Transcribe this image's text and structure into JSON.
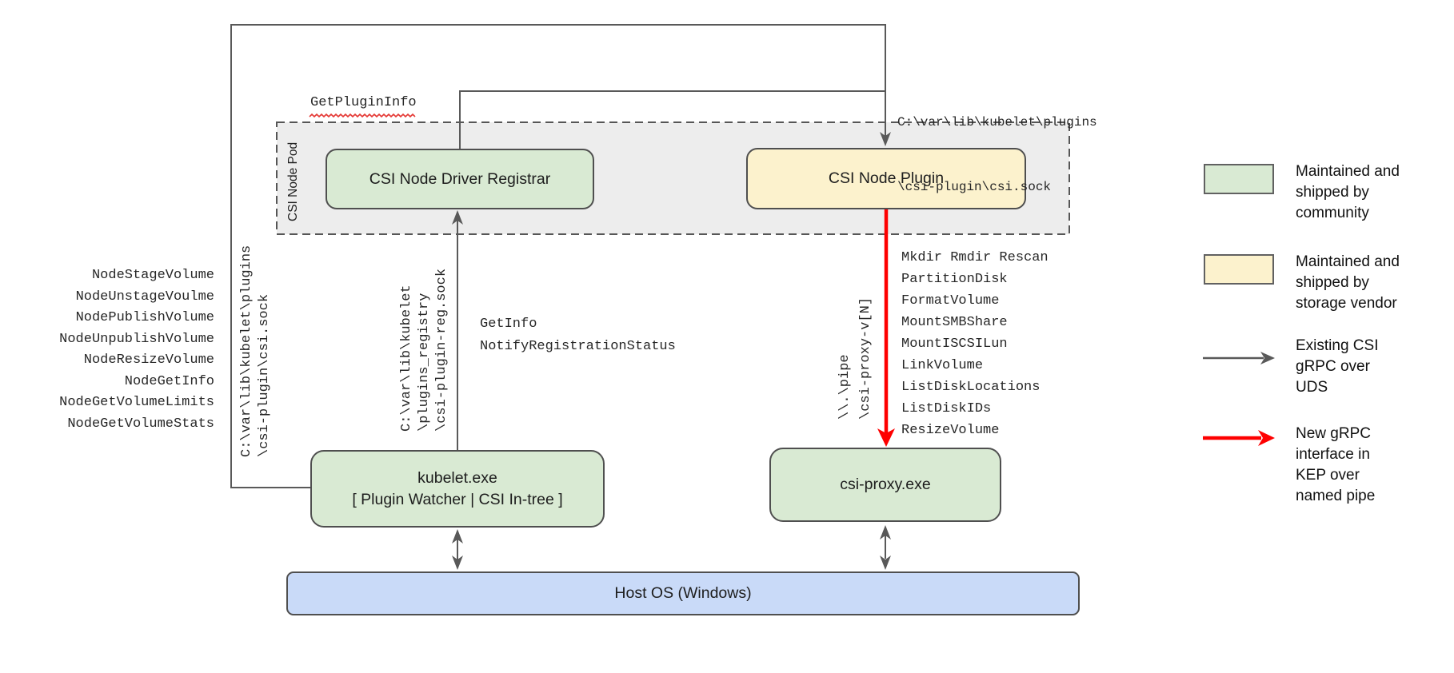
{
  "nodes": {
    "pod_label": "CSI Node Pod",
    "registrar": "CSI Node Driver Registrar",
    "plugin": "CSI Node Plugin",
    "kubelet_line1": "kubelet.exe",
    "kubelet_line2": "[ Plugin Watcher | CSI In-tree ]",
    "csi_proxy": "csi-proxy.exe",
    "host_os": "Host OS (Windows)"
  },
  "annotations": {
    "get_plugin_info": "GetPluginInfo",
    "csi_sock_label": [
      "C:\\var\\lib\\kubelet\\plugins",
      "\\csi-plugin\\csi.sock"
    ],
    "kubelet_sock_vertical": [
      "C:\\var\\lib\\kubelet\\plugins",
      "\\csi-plugin\\csi.sock"
    ],
    "registration_sock_vertical": [
      "C:\\var\\lib\\kubelet",
      "\\plugins_registry",
      "\\csi-plugin-reg.sock"
    ],
    "named_pipe_vertical": [
      "\\\\.\\pipe",
      "\\csi-proxy-v[N]"
    ],
    "registration_calls": [
      "GetInfo",
      "NotifyRegistrationStatus"
    ],
    "node_methods": [
      "NodeStageVolume",
      "NodeUnstageVoulme",
      "NodePublishVolume",
      "NodeUnpublishVolume",
      "NodeResizeVolume",
      "NodeGetInfo",
      "NodeGetVolumeLimits",
      "NodeGetVolumeStats"
    ],
    "proxy_methods": [
      "Mkdir Rmdir Rescan",
      "PartitionDisk",
      "FormatVolume",
      "MountSMBShare",
      "MountISCSILun",
      "LinkVolume",
      "ListDiskLocations",
      "ListDiskIDs",
      "ResizeVolume"
    ]
  },
  "legend": {
    "items": [
      {
        "type": "swatch-green",
        "lines": [
          "Maintained and",
          "shipped by",
          "community"
        ]
      },
      {
        "type": "swatch-yellow",
        "lines": [
          "Maintained and",
          "shipped by",
          "storage vendor"
        ]
      },
      {
        "type": "arrow-gray",
        "lines": [
          "Existing CSI",
          "gRPC over",
          "UDS"
        ]
      },
      {
        "type": "arrow-red",
        "lines": [
          "New gRPC",
          "interface in",
          "KEP over",
          "named pipe"
        ]
      }
    ]
  },
  "colors": {
    "community_green": "#d9ead3",
    "vendor_yellow": "#fcf2cd",
    "host_blue": "#c9daf8",
    "pod_gray": "#ededed",
    "line_gray": "#595959",
    "new_interface_red": "#fe0000",
    "squiggle_red": "#e53935"
  }
}
